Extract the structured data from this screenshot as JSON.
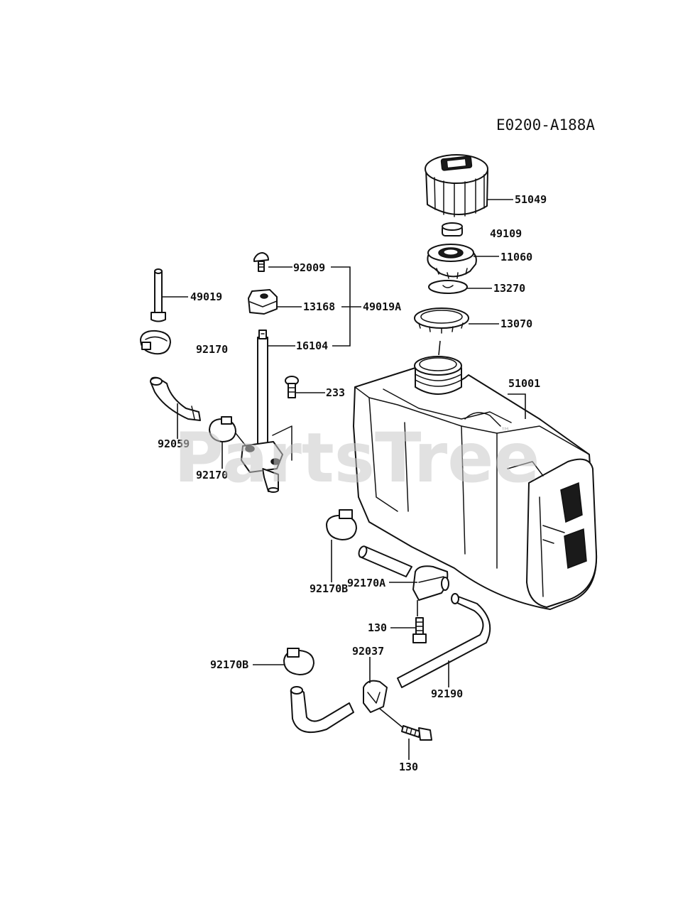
{
  "diagram_code": "E0200-A188A",
  "watermark": {
    "text": "PartsTree",
    "trademark": "™"
  },
  "labels": {
    "p51049": "51049",
    "p49109": "49109",
    "p11060": "11060",
    "p13270": "13270",
    "p13070": "13070",
    "p51001": "51001",
    "p92009": "92009",
    "p13168": "13168",
    "p49019A": "49019A",
    "p16104": "16104",
    "p233": "233",
    "p49019": "49019",
    "p92170_top": "92170",
    "p92059": "92059",
    "p92170_mid": "92170",
    "p92170B_a": "92170B",
    "p92170A": "92170A",
    "p130_a": "130",
    "p92170B_b": "92170B",
    "p92037": "92037",
    "p92190": "92190",
    "p130_b": "130"
  }
}
